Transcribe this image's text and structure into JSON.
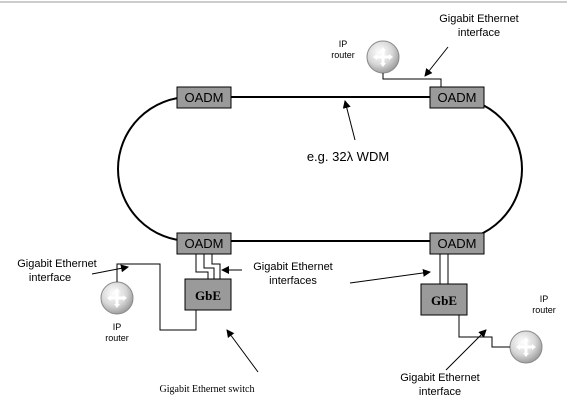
{
  "nodes": {
    "oadm_label": "OADM",
    "gbe_label": "GbE"
  },
  "ring": {
    "label": "e.g. 32λ WDM"
  },
  "routers": {
    "top_right": {
      "line1": "IP",
      "line2": "router"
    },
    "left": {
      "line1": "IP",
      "line2": "router"
    },
    "bottom_right": {
      "line1": "IP",
      "line2": "router"
    }
  },
  "annotations": {
    "top_right_interface": {
      "line1": "Gigabit Ethernet",
      "line2": "interface"
    },
    "left_interface": {
      "line1": "Gigabit Ethernet",
      "line2": "interface"
    },
    "middle_interfaces": {
      "line1": "Gigabit Ethernet",
      "line2": "interfaces"
    },
    "bottom_right_interface": {
      "line1": "Gigabit Ethernet",
      "line2": "interface"
    },
    "switch": "Gigabit Ethernet switch"
  },
  "colors": {
    "node_fill": "#9a9a9a",
    "ring_stroke": "#000000",
    "router_body": "#c8c8c8"
  }
}
